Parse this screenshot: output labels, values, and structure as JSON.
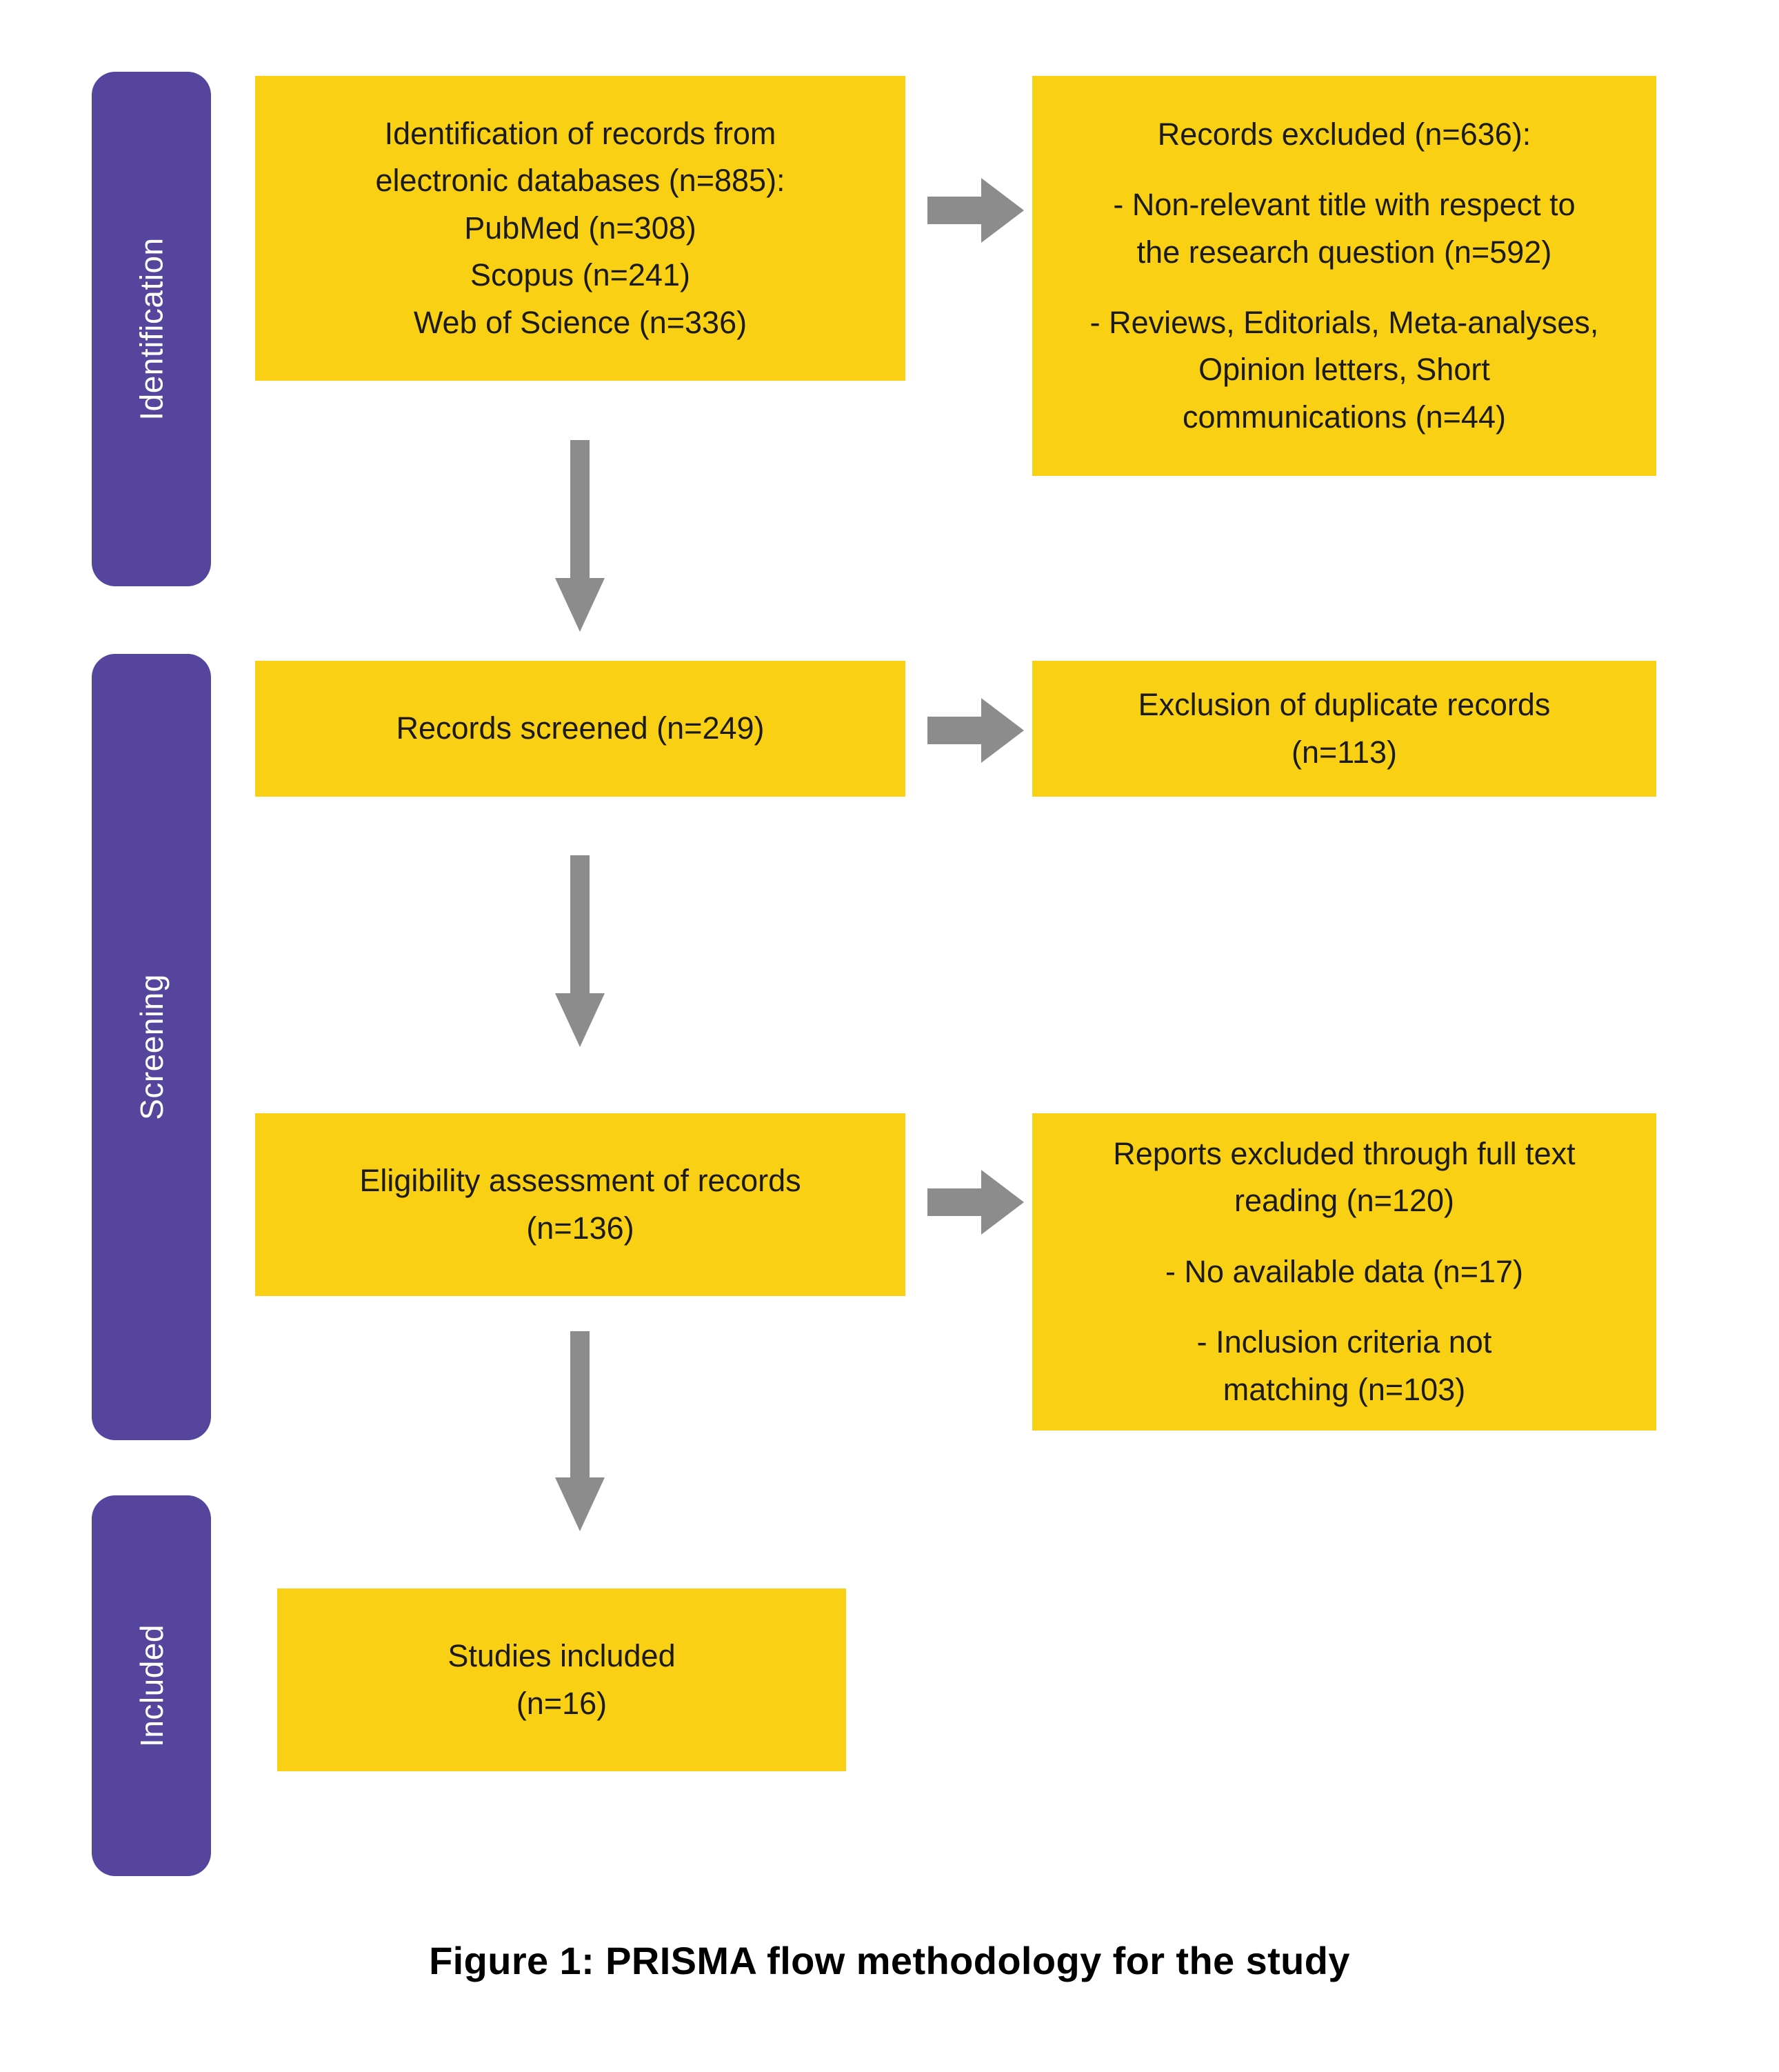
{
  "figure": {
    "caption": "Figure 1: PRISMA flow methodology for the study",
    "colors": {
      "box_fill": "#FAD014",
      "stage_bar": "#56459C",
      "arrow": "#8C8C8C",
      "text": "#1B1B1B",
      "stage_label_text": "#FFFFFF",
      "background": "#FFFFFF"
    }
  },
  "stages": [
    {
      "label": "Identification"
    },
    {
      "label": "Screening"
    },
    {
      "label": "Included"
    }
  ],
  "boxes": {
    "identification_records": {
      "lines": [
        "Identification of records from",
        "electronic databases (n=885):",
        "PubMed (n=308)",
        "Scopus (n=241)",
        "Web of Science (n=336)"
      ]
    },
    "records_excluded": {
      "lines": [
        "Records excluded (n=636):",
        "- Non-relevant title with respect to\nthe research question (n=592)",
        "- Reviews, Editorials, Meta-analyses,\nOpinion letters, Short\ncommunications (n=44)"
      ]
    },
    "records_screened": {
      "lines": [
        "Records screened (n=249)"
      ]
    },
    "duplicates_excluded": {
      "lines": [
        "Exclusion of duplicate records\n(n=113)"
      ]
    },
    "eligibility_assessment": {
      "lines": [
        "Eligibility assessment of records\n(n=136)"
      ]
    },
    "reports_excluded": {
      "lines": [
        "Reports excluded through full text\nreading (n=120)",
        "- No available data (n=17)",
        "- Inclusion criteria not\nmatching (n=103)"
      ]
    },
    "studies_included": {
      "lines": [
        "Studies included\n(n=16)"
      ]
    }
  },
  "arrows": {
    "identification_to_excluded": {
      "direction": "right"
    },
    "identification_to_screened": {
      "direction": "down"
    },
    "screened_to_duplicates": {
      "direction": "right"
    },
    "screened_to_eligibility": {
      "direction": "down"
    },
    "eligibility_to_reports_excluded": {
      "direction": "right"
    },
    "eligibility_to_included": {
      "direction": "down"
    }
  },
  "chart_data": {
    "type": "diagram",
    "title": "Figure 1: PRISMA flow methodology for the study",
    "nodes": [
      {
        "id": "identification_records",
        "stage": "Identification",
        "n": 885,
        "sources": [
          {
            "name": "PubMed",
            "n": 308
          },
          {
            "name": "Scopus",
            "n": 241
          },
          {
            "name": "Web of Science",
            "n": 336
          }
        ]
      },
      {
        "id": "records_excluded",
        "stage": "Identification",
        "n": 636,
        "reasons": [
          {
            "name": "Non-relevant title with respect to the research question",
            "n": 592
          },
          {
            "name": "Reviews, Editorials, Meta-analyses, Opinion letters, Short communications",
            "n": 44
          }
        ]
      },
      {
        "id": "records_screened",
        "stage": "Screening",
        "n": 249
      },
      {
        "id": "duplicates_excluded",
        "stage": "Screening",
        "n": 113
      },
      {
        "id": "eligibility_assessment",
        "stage": "Screening",
        "n": 136
      },
      {
        "id": "reports_excluded",
        "stage": "Screening",
        "n": 120,
        "reasons": [
          {
            "name": "No available data",
            "n": 17
          },
          {
            "name": "Inclusion criteria not matching",
            "n": 103
          }
        ]
      },
      {
        "id": "studies_included",
        "stage": "Included",
        "n": 16
      }
    ],
    "edges": [
      {
        "from": "identification_records",
        "to": "records_excluded",
        "direction": "right"
      },
      {
        "from": "identification_records",
        "to": "records_screened",
        "direction": "down"
      },
      {
        "from": "records_screened",
        "to": "duplicates_excluded",
        "direction": "right"
      },
      {
        "from": "records_screened",
        "to": "eligibility_assessment",
        "direction": "down"
      },
      {
        "from": "eligibility_assessment",
        "to": "reports_excluded",
        "direction": "right"
      },
      {
        "from": "eligibility_assessment",
        "to": "studies_included",
        "direction": "down"
      }
    ]
  }
}
